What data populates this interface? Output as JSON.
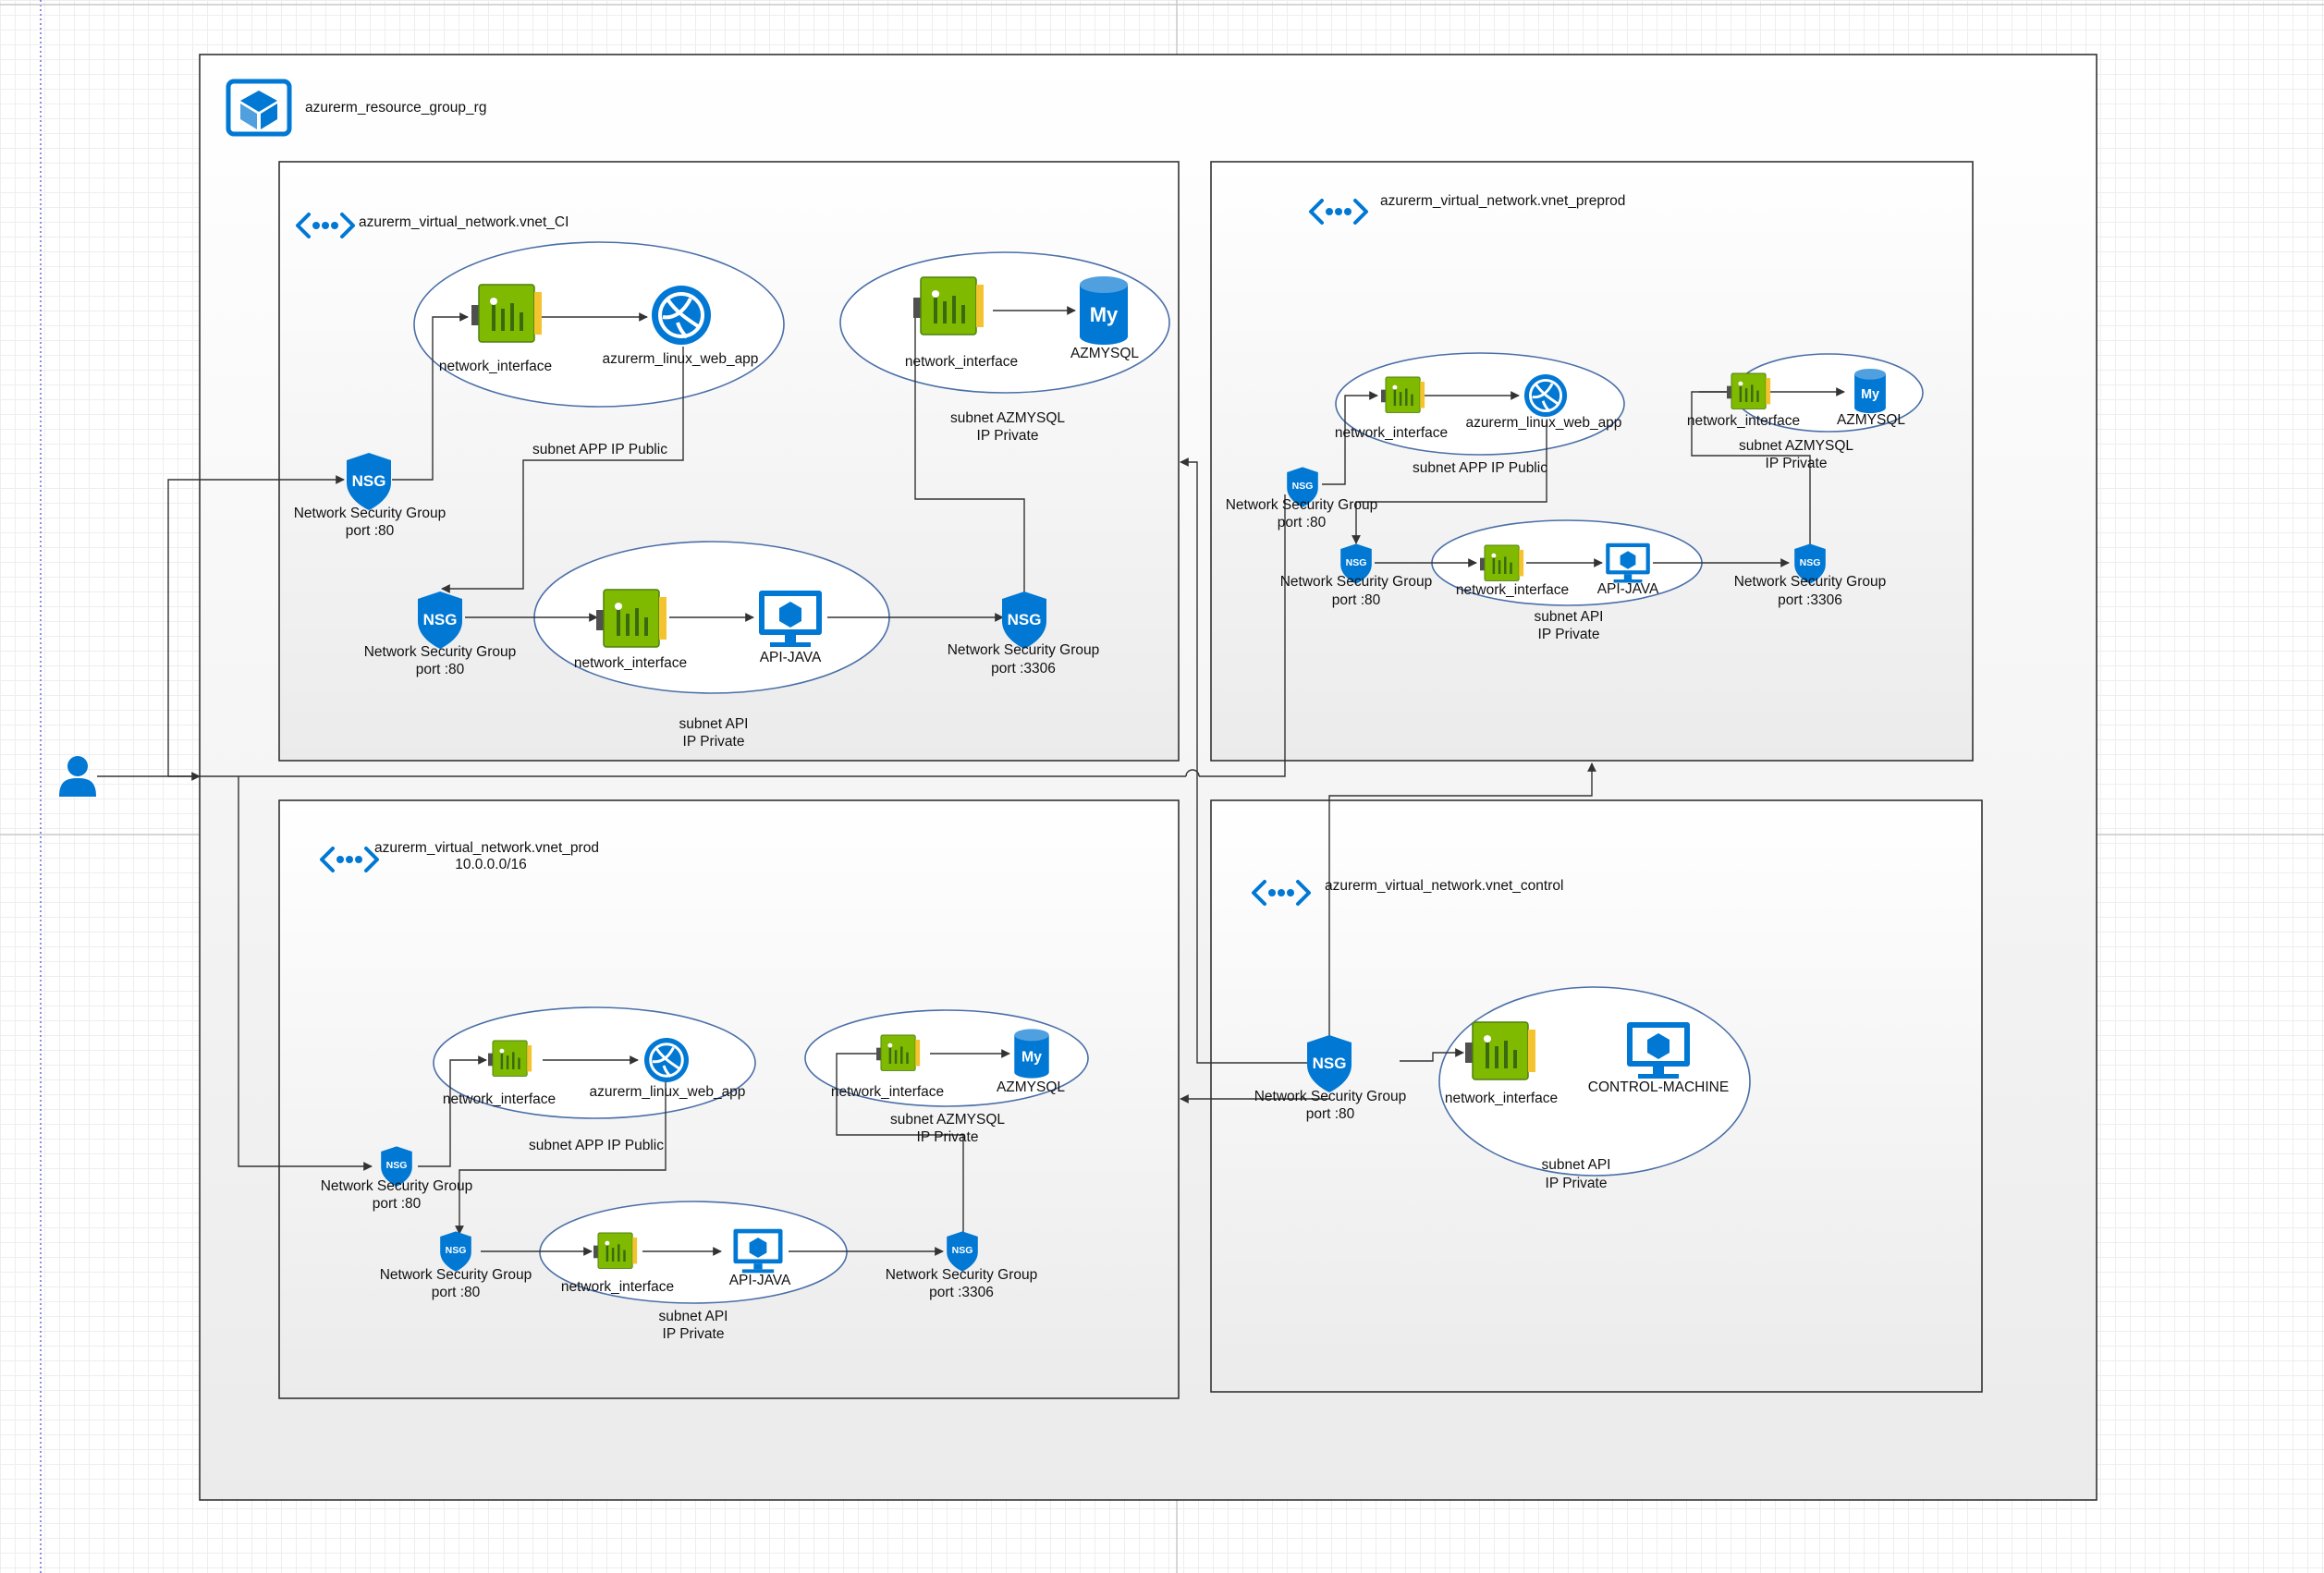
{
  "resource_group": {
    "label": "azurerm_resource_group_rg",
    "icon": "resource-group-icon"
  },
  "vnets": {
    "ci": {
      "label": "azurerm_virtual_network.vnet_CI"
    },
    "preprod": {
      "label": "azurerm_virtual_network.vnet_preprod"
    },
    "prod": {
      "label": "azurerm_virtual_network.vnet_prod",
      "cidr": "10.0.0.0/16"
    },
    "control": {
      "label": "azurerm_virtual_network.vnet_control"
    }
  },
  "common": {
    "network_interface": "network_interface",
    "web_app": "azurerm_linux_web_app",
    "mysql": "AZMYSQL",
    "api_java": "API-JAVA",
    "control_machine": "CONTROL-MACHINE",
    "nsg_title": "Network Security Group",
    "nsg_badge": "NSG",
    "mysql_badge": "My",
    "port_80": "port :80",
    "port_3306": "port :3306",
    "subnet_app_public": "subnet APP IP Public",
    "subnet_azmysql": "subnet AZMYSQL",
    "subnet_api": "subnet API",
    "ip_private": "IP Private"
  },
  "colors": {
    "azure_blue": "#0078d4",
    "nic_green": "#7fba00",
    "nic_yellow": "#f4c430",
    "line": "#333333",
    "ellipse_stroke": "#4a6fa8"
  }
}
